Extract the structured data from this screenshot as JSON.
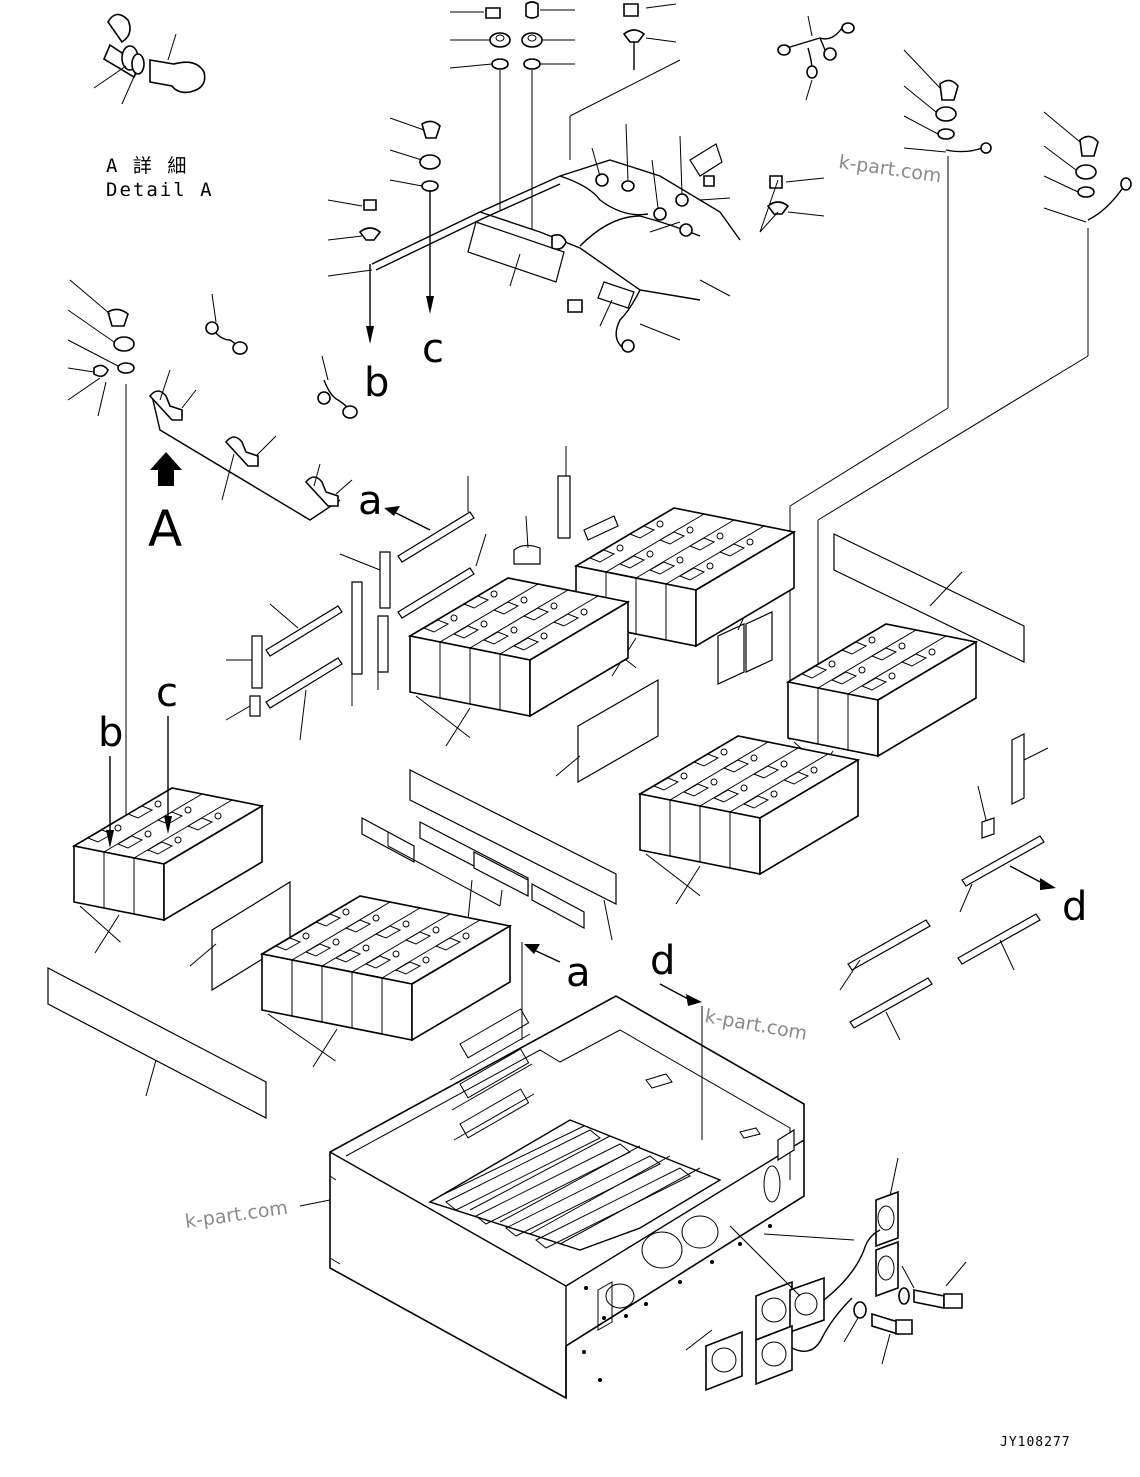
{
  "detail": {
    "label_jp": "A 詳 細",
    "label_en": "Detail A"
  },
  "view_arrow_label": "A",
  "callouts": {
    "a_top": "a",
    "b_top": "b",
    "c_top": "c",
    "b_left": "b",
    "c_left": "c",
    "a_bottom": "a",
    "d_bottom": "d",
    "d_right": "d"
  },
  "watermarks": [
    "k-part.com",
    "k-part.com",
    "k-part.com"
  ],
  "drawing_code": "JY108277"
}
